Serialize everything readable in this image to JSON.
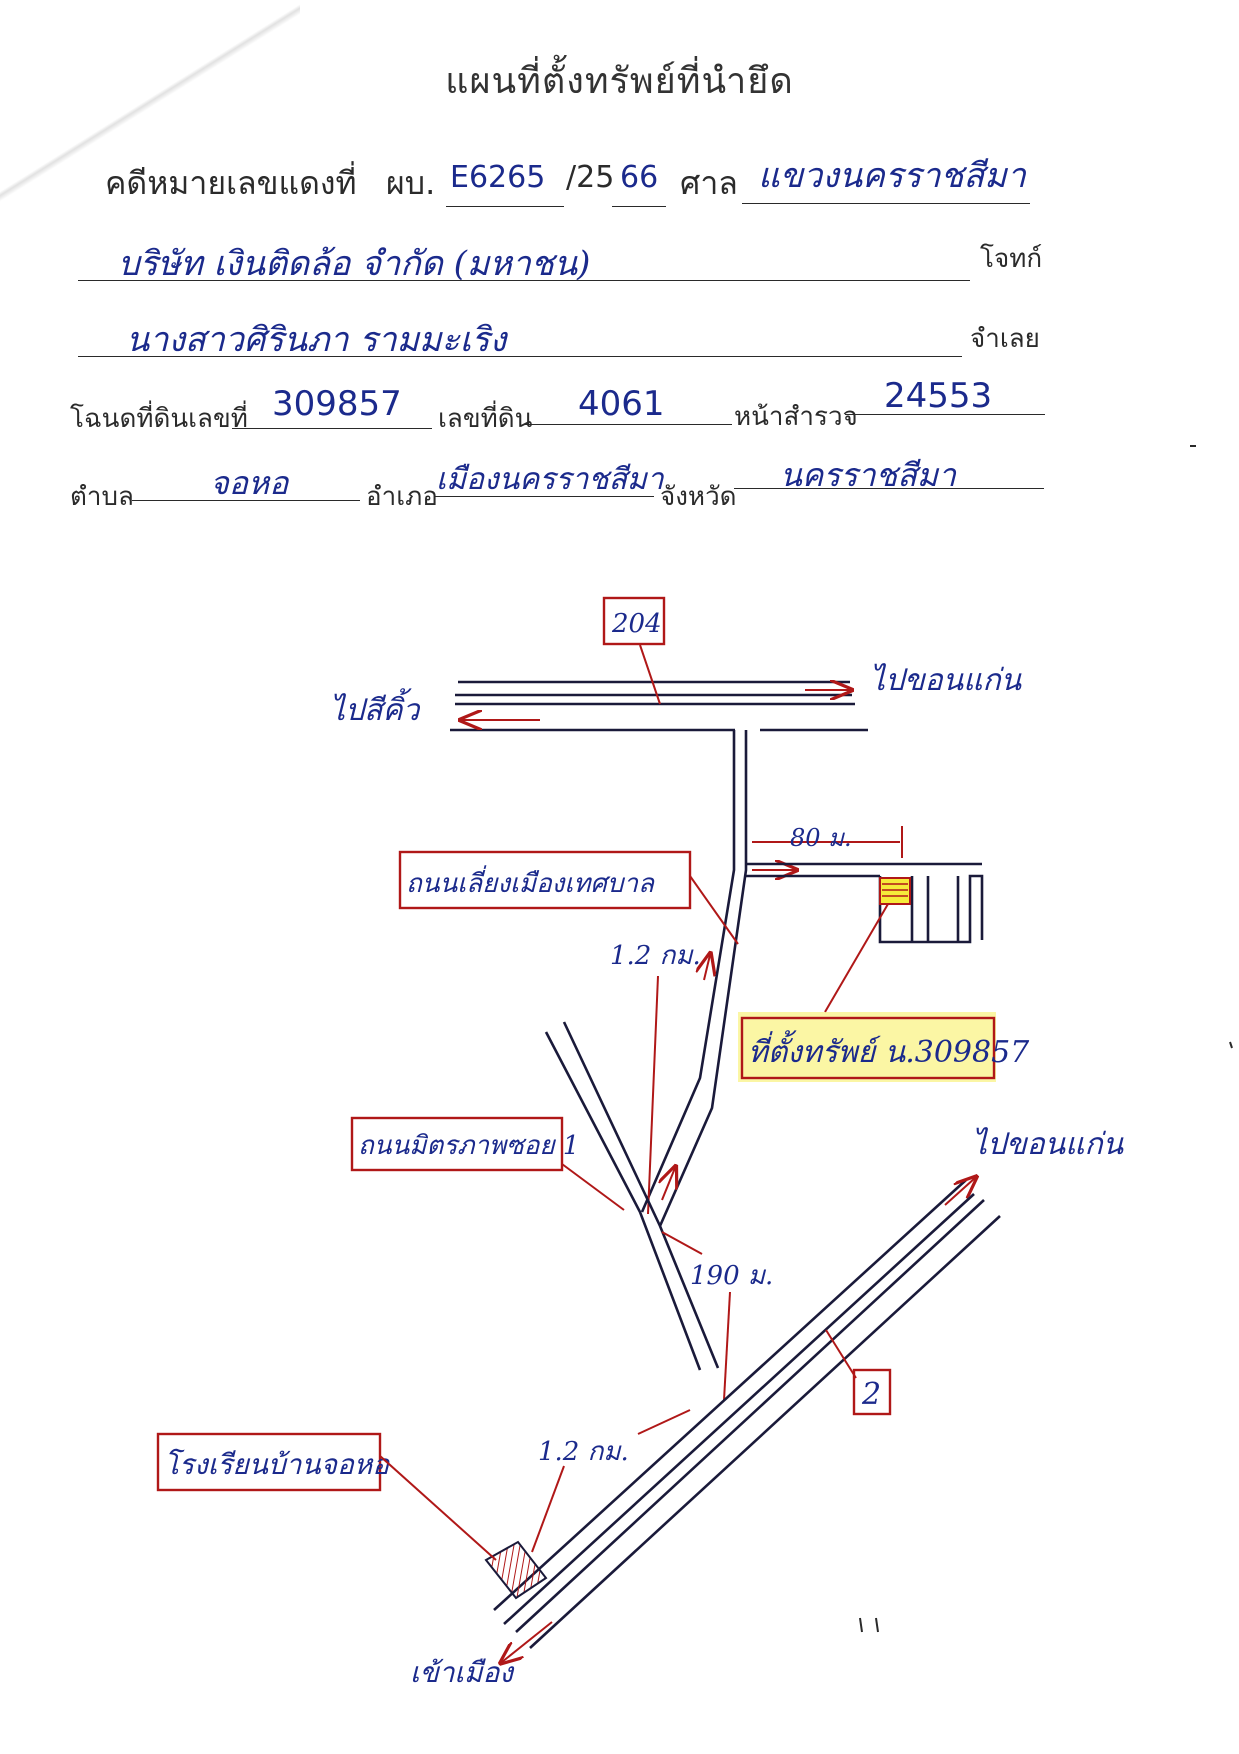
{
  "header": {
    "title": "แผนที่ตั้งทรัพย์ที่นำยึด"
  },
  "case": {
    "case_label": "คดีหมายเลขแดงที่",
    "case_prefix": "ผบ.",
    "case_number": "E6265",
    "year_prefix": "/25",
    "year_suffix": "66",
    "court_label": "ศาล",
    "court_name": "แขวงนครราชสีมา"
  },
  "parties": {
    "plaintiff_name": "บริษัท เงินติดล้อ จำกัด (มหาชน)",
    "plaintiff_label": "โจทก์",
    "defendant_name": "นางสาวศิรินภา รามมะเริง",
    "defendant_label": "จำเลย"
  },
  "land": {
    "deed_label": "โฉนดที่ดินเลขที่",
    "deed_number": "309857",
    "land_no_label": "เลขที่ดิน",
    "land_no": "4061",
    "survey_label": "หน้าสำรวจ",
    "survey_no": "24553"
  },
  "location": {
    "subdistrict_label": "ตำบล",
    "subdistrict": "จอหอ",
    "district_label": "อำเภอ",
    "district": "เมืองนครราชสีมา",
    "province_label": "จังหวัด",
    "province": "นครราชสีมา"
  },
  "map": {
    "road_204": "204",
    "to_khonkaen_top": "ไปขอนแก่น",
    "to_sikhio": "ไปสีคิ้ว",
    "dist_80m": "80 ม.",
    "bypass_road": "ถนนเลี่ยงเมืองเทศบาล",
    "dist_1_2km_top": "1.2 กม.",
    "property_label": "ที่ตั้งทรัพย์ น.309857",
    "mittraphap_soi": "ถนนมิตรภาพซอย 1",
    "to_khonkaen_right": "ไปขอนแก่น",
    "dist_190m": "190 ม.",
    "road_2": "2",
    "school": "โรงเรียนบ้านจอหอ",
    "dist_1_2km_bottom": "1.2 กม.",
    "to_city": "เข้าเมือง",
    "colors": {
      "ink_blue": "#1b2a8c",
      "ink_red": "#b01818",
      "highlight": "#f6ec3a"
    }
  }
}
